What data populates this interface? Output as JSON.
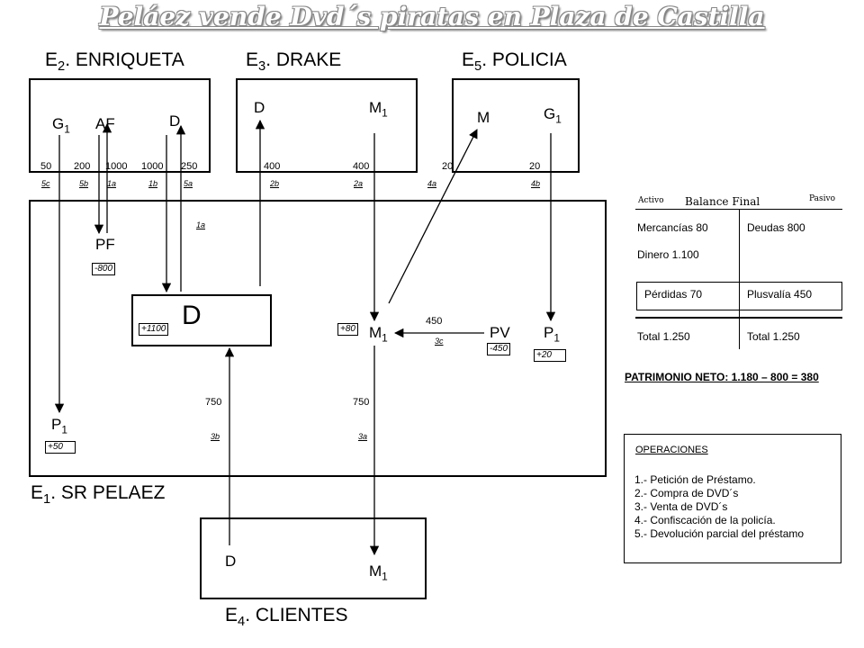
{
  "title": "Peláez vende Dvd´s piratas en Plaza de Castilla",
  "entities": {
    "enriqueta": {
      "base": "E",
      "sub": "2",
      "name": ". ENRIQUETA"
    },
    "drake": {
      "base": "E",
      "sub": "3",
      "name": ". DRAKE"
    },
    "policia": {
      "base": "E",
      "sub": "5",
      "name": ". POLICIA"
    },
    "pelaez": {
      "base": "E",
      "sub": "1",
      "name": ". SR PELAEZ"
    },
    "clientes": {
      "base": "E",
      "sub": "4",
      "name": ". CLIENTES"
    }
  },
  "symbols": {
    "G": "G",
    "AF": "AF",
    "D": "D",
    "M": "M",
    "P": "P",
    "PF": "PF",
    "PV": "PV",
    "one": "1"
  },
  "top_flows": {
    "amounts": [
      "50",
      "200",
      "1000",
      "1000",
      "250",
      "400",
      "400",
      "20",
      "20"
    ],
    "refs": [
      "5c",
      "5b",
      "1a",
      "1b",
      "5a",
      "2b",
      "2a",
      "4a",
      "4b"
    ]
  },
  "inner_flows": {
    "ref_1a": "1a",
    "amount_450": "450",
    "ref_3c": "3c",
    "amount_750_left": "750",
    "ref_3b": "3b",
    "amount_750_right": "750",
    "ref_3a": "3a"
  },
  "values": {
    "pf": "-800",
    "d": "+1100",
    "m": "+80",
    "pv": "-450",
    "p_right": "+20",
    "p_left": "+50"
  },
  "balance": {
    "activo": "Activo",
    "title": "Balance Final",
    "pasivo": "Pasivo",
    "mercancias": "Mercancías   80",
    "deudas": "Deudas   800",
    "dinero": "Dinero     1.100",
    "perdidas": "Pérdidas   70",
    "plusvalia": "Plusvalía    450",
    "total_left": "Total      1.250",
    "total_right": "Total      1.250",
    "patrimonio": "PATRIMONIO NETO: 1.180 – 800 = 380"
  },
  "operations": {
    "heading": "OPERACIONES",
    "items": [
      "1.- Petición de Préstamo.",
      "2.- Compra de DVD´s",
      "3.- Venta de DVD´s",
      "4.- Confiscación de la policía.",
      "5.- Devolución parcial del préstamo"
    ]
  }
}
